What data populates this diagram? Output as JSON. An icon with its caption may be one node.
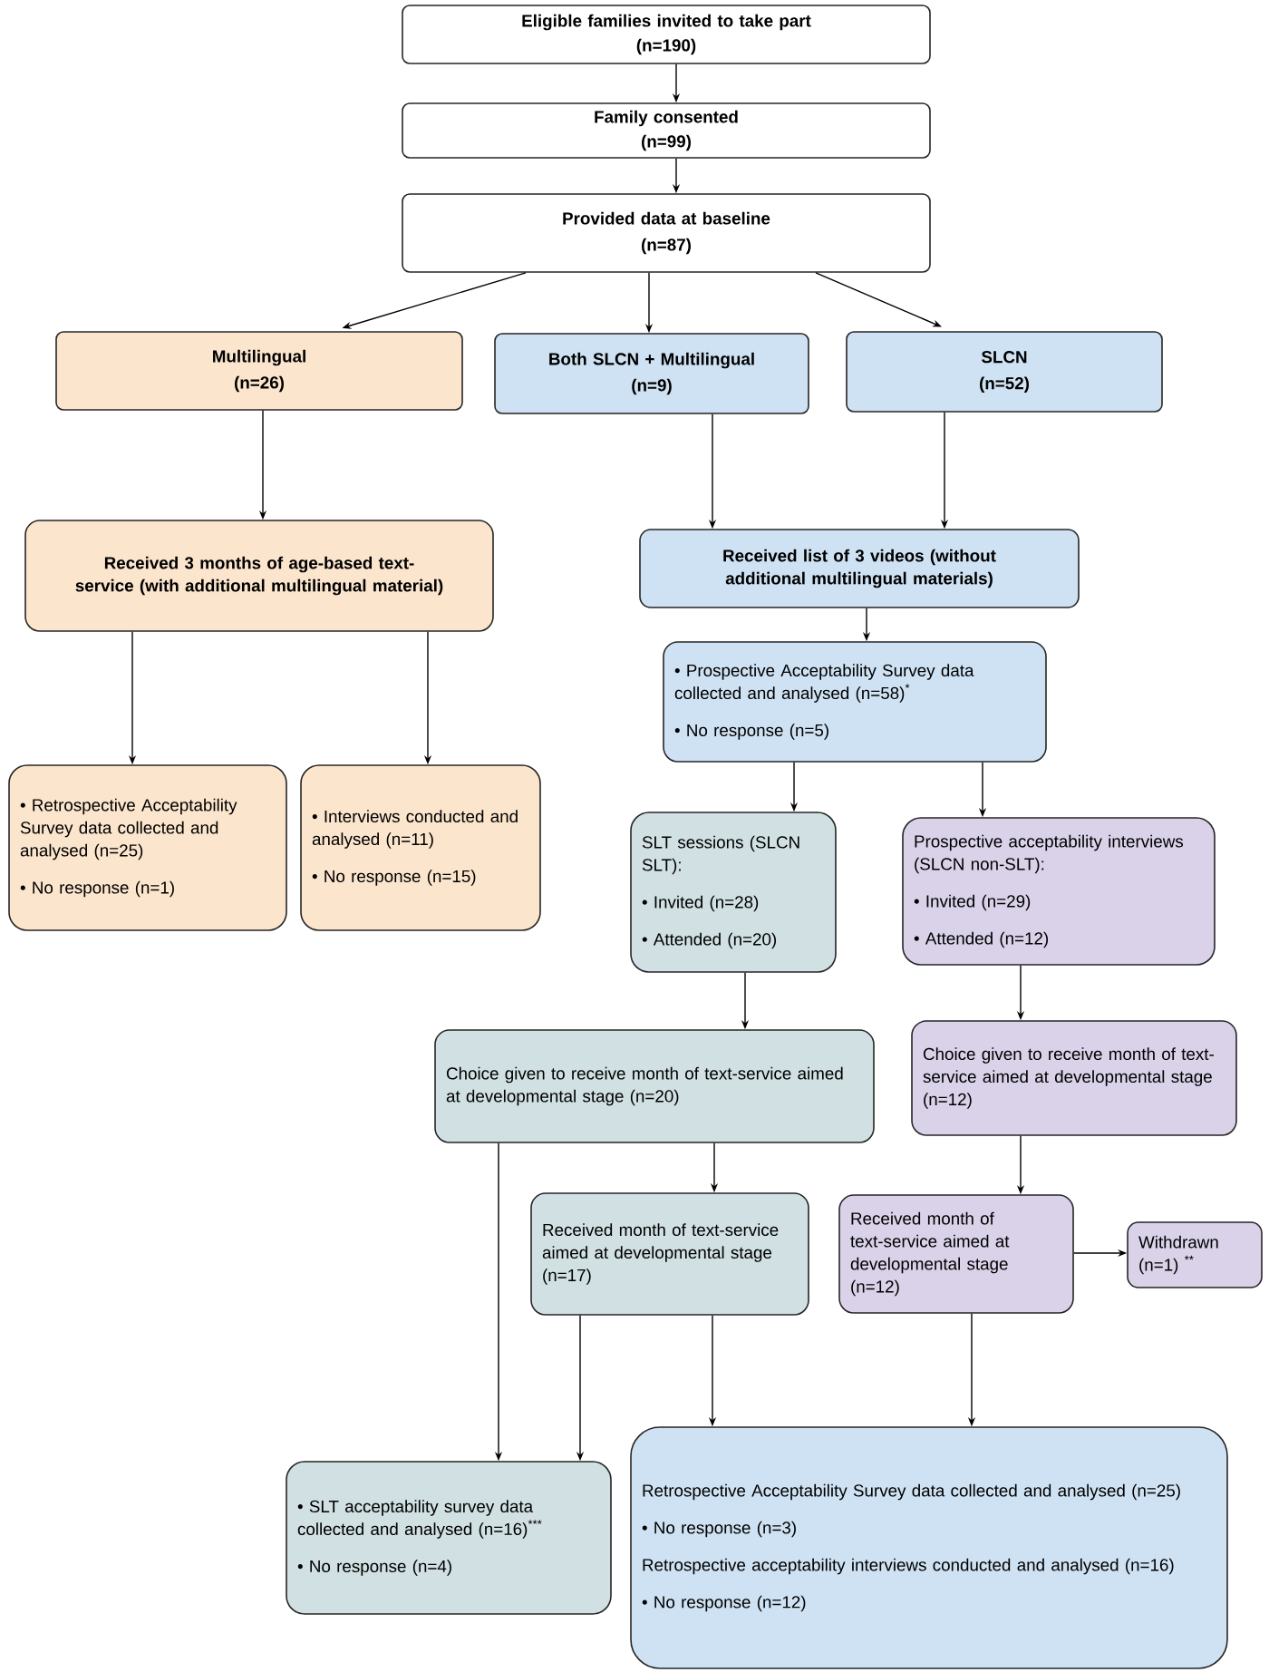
{
  "diagram": {
    "nodes": [
      {
        "text": [
          "Eligible families invited to take part",
          "(n=190)"
        ]
      },
      {
        "text": [
          "Family consented",
          "(n=99)"
        ]
      },
      {
        "text": [
          "Provided data at baseline",
          "(n=87)"
        ]
      },
      {
        "text": [
          "Multilingual",
          "(n=26)"
        ]
      },
      {
        "text": [
          "Both SLCN + Multilingual",
          "(n=9)"
        ]
      },
      {
        "text": [
          "SLCN",
          "(n=52)"
        ]
      },
      {
        "text": [
          "Received 3 months of age-based text-service (with additional multilingual material)"
        ]
      },
      {
        "text": [
          "Received list of 3 videos (without additional multilingual materials)"
        ]
      },
      {
        "text": [
          "• Prospective Acceptability Survey data collected and analysed (n=58)$^{*}$",
          "• No response (n=5)"
        ]
      },
      {
        "text": [
          "• Retrospective Acceptability Survey data collected and analysed (n=25)",
          "• No response (n=1)"
        ]
      },
      {
        "text": [
          "• Interviews conducted and analysed (n=11)",
          "• No response (n=15)"
        ]
      },
      {
        "text": [
          "SLT sessions (SLCN SLT):",
          "• Invited (n=28)",
          "• Attended (n=20)"
        ]
      },
      {
        "text": [
          "Prospective acceptability interviews (SLCN non-SLT):",
          "• Invited (n=29)",
          "• Attended (n=12)"
        ]
      },
      {
        "text": [
          "Choice given to receive month of text-service aimed at developmental stage (n=20)"
        ]
      },
      {
        "text": [
          "Choice given to receive month of text-service aimed at developmental stage (n=12)"
        ]
      },
      {
        "text": [
          "Received month of text-service aimed at developmental stage (n=17)"
        ]
      },
      {
        "text": [
          "Received month of text-service aimed at developmental stage (n=12)"
        ]
      },
      {
        "text": [
          "Withdrawn (n=1) $^{**}$"
        ]
      },
      {
        "text": [
          "• SLT acceptability survey data collected and analysed (n=16)$^{***}$",
          "• No response (n=4)"
        ]
      },
      {
        "text": [
          "Retrospective Acceptability Survey data collected and analysed (n=25)",
          "• No response (n=3)",
          "Retrospective acceptability interviews conducted and analysed (n=16)",
          "• No response (n=12)"
        ]
      }
    ],
    "edges": [
      {
        "from": 0,
        "to": 1,
        "arrow": "to"
      },
      {
        "from": 1,
        "to": 2,
        "arrow": "to"
      },
      {
        "from": 2,
        "to": 3,
        "arrow": "to"
      },
      {
        "from": 2,
        "to": 4,
        "arrow": "to"
      },
      {
        "from": 2,
        "to": 5,
        "arrow": "to"
      },
      {
        "from": 3,
        "to": 6,
        "arrow": "to"
      },
      {
        "from": 4,
        "to": 7,
        "arrow": "to"
      },
      {
        "from": 5,
        "to": 7,
        "arrow": "to"
      },
      {
        "from": 6,
        "to": 9,
        "arrow": "to"
      },
      {
        "from": 6,
        "to": 10,
        "arrow": "to"
      },
      {
        "from": 7,
        "to": 8,
        "arrow": "to"
      },
      {
        "from": 8,
        "to": 11,
        "arrow": "to"
      },
      {
        "from": 8,
        "to": 12,
        "arrow": "to"
      },
      {
        "from": 11,
        "to": 13,
        "arrow": "to"
      },
      {
        "from": 12,
        "to": 14,
        "arrow": "to"
      },
      {
        "from": 13,
        "to": 15,
        "arrow": "to"
      },
      {
        "from": 13,
        "to": 18,
        "arrow": "to"
      },
      {
        "from": 15,
        "to": 18,
        "arrow": "to"
      },
      {
        "from": 15,
        "to": 19,
        "arrow": "to"
      },
      {
        "from": 14,
        "to": 16,
        "arrow": "to"
      },
      {
        "from": 16,
        "to": 17,
        "arrow": "to"
      },
      {
        "from": 16,
        "to": 19,
        "arrow": "to"
      }
    ]
  }
}
